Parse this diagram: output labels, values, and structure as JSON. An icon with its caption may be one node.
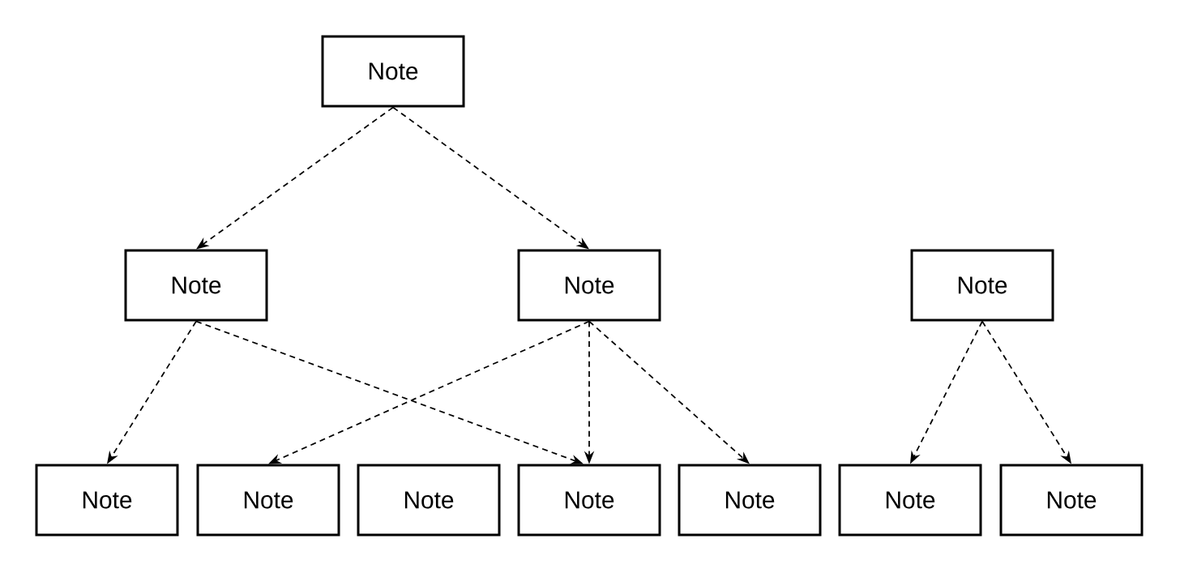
{
  "diagram": {
    "nodes": [
      {
        "text": [
          "Note"
        ]
      },
      {
        "text": [
          "Note"
        ]
      },
      {
        "text": [
          "Note"
        ]
      },
      {
        "text": [
          "Note"
        ]
      },
      {
        "text": [
          "Note"
        ]
      },
      {
        "text": [
          "Note"
        ]
      },
      {
        "text": [
          "Note"
        ]
      },
      {
        "text": [
          "Note"
        ]
      },
      {
        "text": [
          "Note"
        ]
      },
      {
        "text": [
          "Note"
        ]
      },
      {
        "text": [
          "Note"
        ]
      }
    ],
    "edges": [
      {
        "from": 0,
        "to": 1,
        "arrow": "to",
        "style": "dashed"
      },
      {
        "from": 0,
        "to": 2,
        "arrow": "to",
        "style": "dashed"
      },
      {
        "from": 1,
        "to": 4,
        "arrow": "to",
        "style": "dashed"
      },
      {
        "from": 1,
        "to": 7,
        "arrow": "to",
        "style": "dashed"
      },
      {
        "from": 2,
        "to": 5,
        "arrow": "to",
        "style": "dashed"
      },
      {
        "from": 2,
        "to": 7,
        "arrow": "to",
        "style": "dashed"
      },
      {
        "from": 2,
        "to": 8,
        "arrow": "to",
        "style": "dashed"
      },
      {
        "from": 3,
        "to": 9,
        "arrow": "to",
        "style": "dashed"
      },
      {
        "from": 3,
        "to": 10,
        "arrow": "to",
        "style": "dashed"
      }
    ]
  }
}
